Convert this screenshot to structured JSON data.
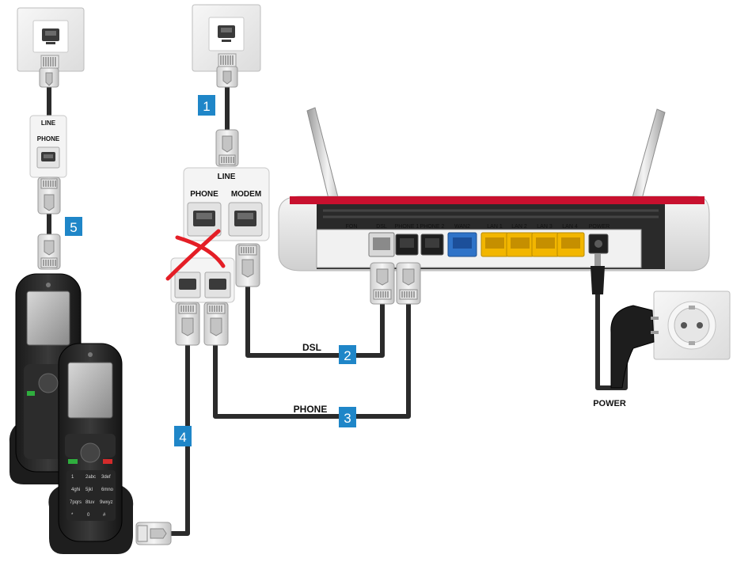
{
  "labels": {
    "line_left": "LINE",
    "phone_left": "PHONE",
    "line_splitter": "LINE",
    "phone_splitter": "PHONE",
    "modem_splitter": "MODEM",
    "dsl_cable": "DSL",
    "phone_cable": "PHONE",
    "power_cable": "POWER"
  },
  "router_ports": {
    "fon": "FON",
    "dsl": "DSL",
    "phone1": "PHONE 1",
    "phone2": "PHONE 2",
    "wan2": "WAN2",
    "lan1": "LAN 1",
    "lan2": "LAN 2",
    "lan3": "LAN 3",
    "lan4": "LAN 4",
    "power": "POWER"
  },
  "steps": {
    "s1": "1",
    "s2": "2",
    "s3": "3",
    "s4": "4",
    "s5": "5"
  },
  "handset_keys": [
    "1",
    "2abc",
    "3def",
    "4ghi",
    "5jkl",
    "6mno",
    "7pqrs",
    "8tuv",
    "9wxyz",
    "*",
    "0",
    "#"
  ],
  "colors": {
    "step_badge": "#1f86c8",
    "cable": "#2b2b2b",
    "router_accent": "#c8102e",
    "lan_port": "#f2b600",
    "wan_port": "#2f73c8",
    "cross_mark": "#e41e26"
  },
  "icons": {
    "wall_socket": "telephone-wall-socket-icon",
    "power_socket": "schuko-power-socket-icon",
    "forbidden": "red-cross-icon"
  }
}
